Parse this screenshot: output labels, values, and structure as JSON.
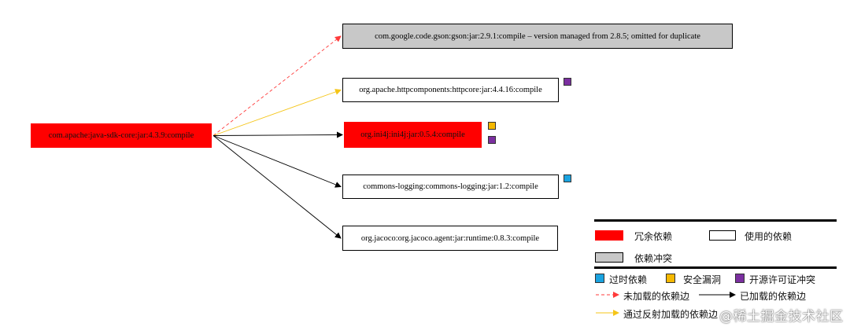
{
  "colors": {
    "redundant": "#ff0000",
    "conflict": "#c8c8c8",
    "outdated": "#1aa3e0",
    "vulnerability": "#f5b800",
    "license_conflict": "#7b2fa0",
    "unloaded_edge": "#ff3b3b",
    "loaded_edge": "#000000",
    "reflection_edge": "#f5c518"
  },
  "root": {
    "label": "com.apache:java-sdk-core:jar:4.3.9:compile",
    "type": "redundant"
  },
  "dependencies": [
    {
      "label": "com.google.code.gson:gson:jar:2.9.1:compile – version managed from 2.8.5; omitted for duplicate",
      "type": "conflict",
      "edge": "unloaded",
      "flags": []
    },
    {
      "label": "org.apache.httpcomponents:httpcore:jar:4.4.16:compile",
      "type": "plain",
      "edge": "reflection",
      "flags": [
        "license_conflict"
      ]
    },
    {
      "label": "org.ini4j:ini4j:jar:0.5.4:compile",
      "type": "redundant",
      "edge": "loaded",
      "flags": [
        "vulnerability",
        "license_conflict"
      ]
    },
    {
      "label": "commons-logging:commons-logging:jar:1.2:compile",
      "type": "plain",
      "edge": "loaded",
      "flags": [
        "outdated"
      ]
    },
    {
      "label": "org.jacoco:org.jacoco.agent:jar:runtime:0.8.3:compile",
      "type": "plain",
      "edge": "loaded",
      "flags": []
    }
  ],
  "legend": {
    "redundant": "冗余依赖",
    "used": "使用的依赖",
    "conflict": "依赖冲突",
    "outdated": "过时依赖",
    "vulnerability": "安全漏洞",
    "license_conflict": "开源许可证冲突",
    "unloaded_edge": "未加载的依赖边",
    "loaded_edge": "已加载的依赖边",
    "reflection_edge": "通过反射加载的依赖边"
  },
  "watermark": "@稀土掘金技术社区"
}
